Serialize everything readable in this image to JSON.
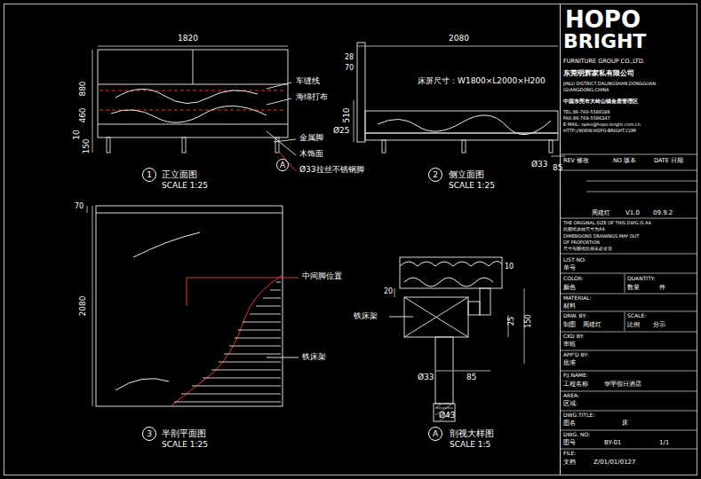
{
  "diagram": {
    "nodes": [
      {
        "text": [
          "A"
        ]
      },
      {
        "text": [
          "1"
        ]
      },
      {
        "text": [
          "2"
        ]
      },
      {
        "text": [
          "3"
        ]
      },
      {
        "text": [
          "A"
        ]
      }
    ],
    "labels": [
      "1820",
      "880",
      "460",
      "10",
      "150",
      "车缝线",
      "海绵打布",
      "金属脚",
      "木饰面",
      "Ø33拉丝不锈钢脚",
      "正立面图",
      "SCALE 1:25",
      "2080",
      "28",
      "70",
      "床屏尺寸：W1800×L2000×H200",
      "510",
      "Ø25",
      "Ø33",
      "85",
      "侧立面图",
      "SCALE 1:25",
      "70",
      "2080",
      "中间脚位置",
      "铁床架",
      "半剖平面图",
      "SCALE 1:25",
      "10",
      "20",
      "铁床架",
      "25",
      "150",
      "Ø33",
      "85",
      "Ø43",
      "剖视大样图",
      "SCALE 1:5",
      "FURNITURE GROUP CO.,LTD.",
      "东莞明辉家私有限公司",
      "JINLU DISTRICT,DALINGSHAN,DONGGUAN",
      "GUANGDONG,CHINA",
      "中国东莞市大岭山镇金鹿管理区",
      "TEL:86-769-5588188",
      "FAX:86-769-5586247",
      "E-MAIL: sales@hopo-bright.com.cn",
      "HTTP://WWW.HOPO-BRIGHT.COM",
      "REV 修改",
      "NO 版本",
      "DATE 日期",
      "周建红",
      "V1.0",
      "09.9.2",
      "THE ORIGINAL SIZE OF THIS DWG IS A4",
      "此图纸原始尺寸为A4",
      "DIMENSIONS DRAWINGS MAY OUT",
      "OF PROPORTION",
      "尺寸与图纸比例未必全等",
      "LIST NO:",
      "单号",
      "COLOR:",
      "QUANTITY:",
      "颜色",
      "数量",
      "件",
      "MATERIAL:",
      "材料",
      "DRW. BY:",
      "SCALE:",
      "制图",
      "周建红",
      "比例",
      "分示",
      "CKD BY:",
      "审核",
      "APP'D BY:",
      "批准",
      "P.J.NAME:",
      "工程名称",
      "华宇假日酒店",
      "AREA:",
      "区域:",
      "DWG.TITLE:",
      "图名",
      "床",
      "DWG. NO:",
      "图号",
      "BY-01",
      "1/1",
      "FILE:",
      "文档",
      "Z/01/01/0127",
      "HOPO",
      "BRIGHT"
    ]
  }
}
